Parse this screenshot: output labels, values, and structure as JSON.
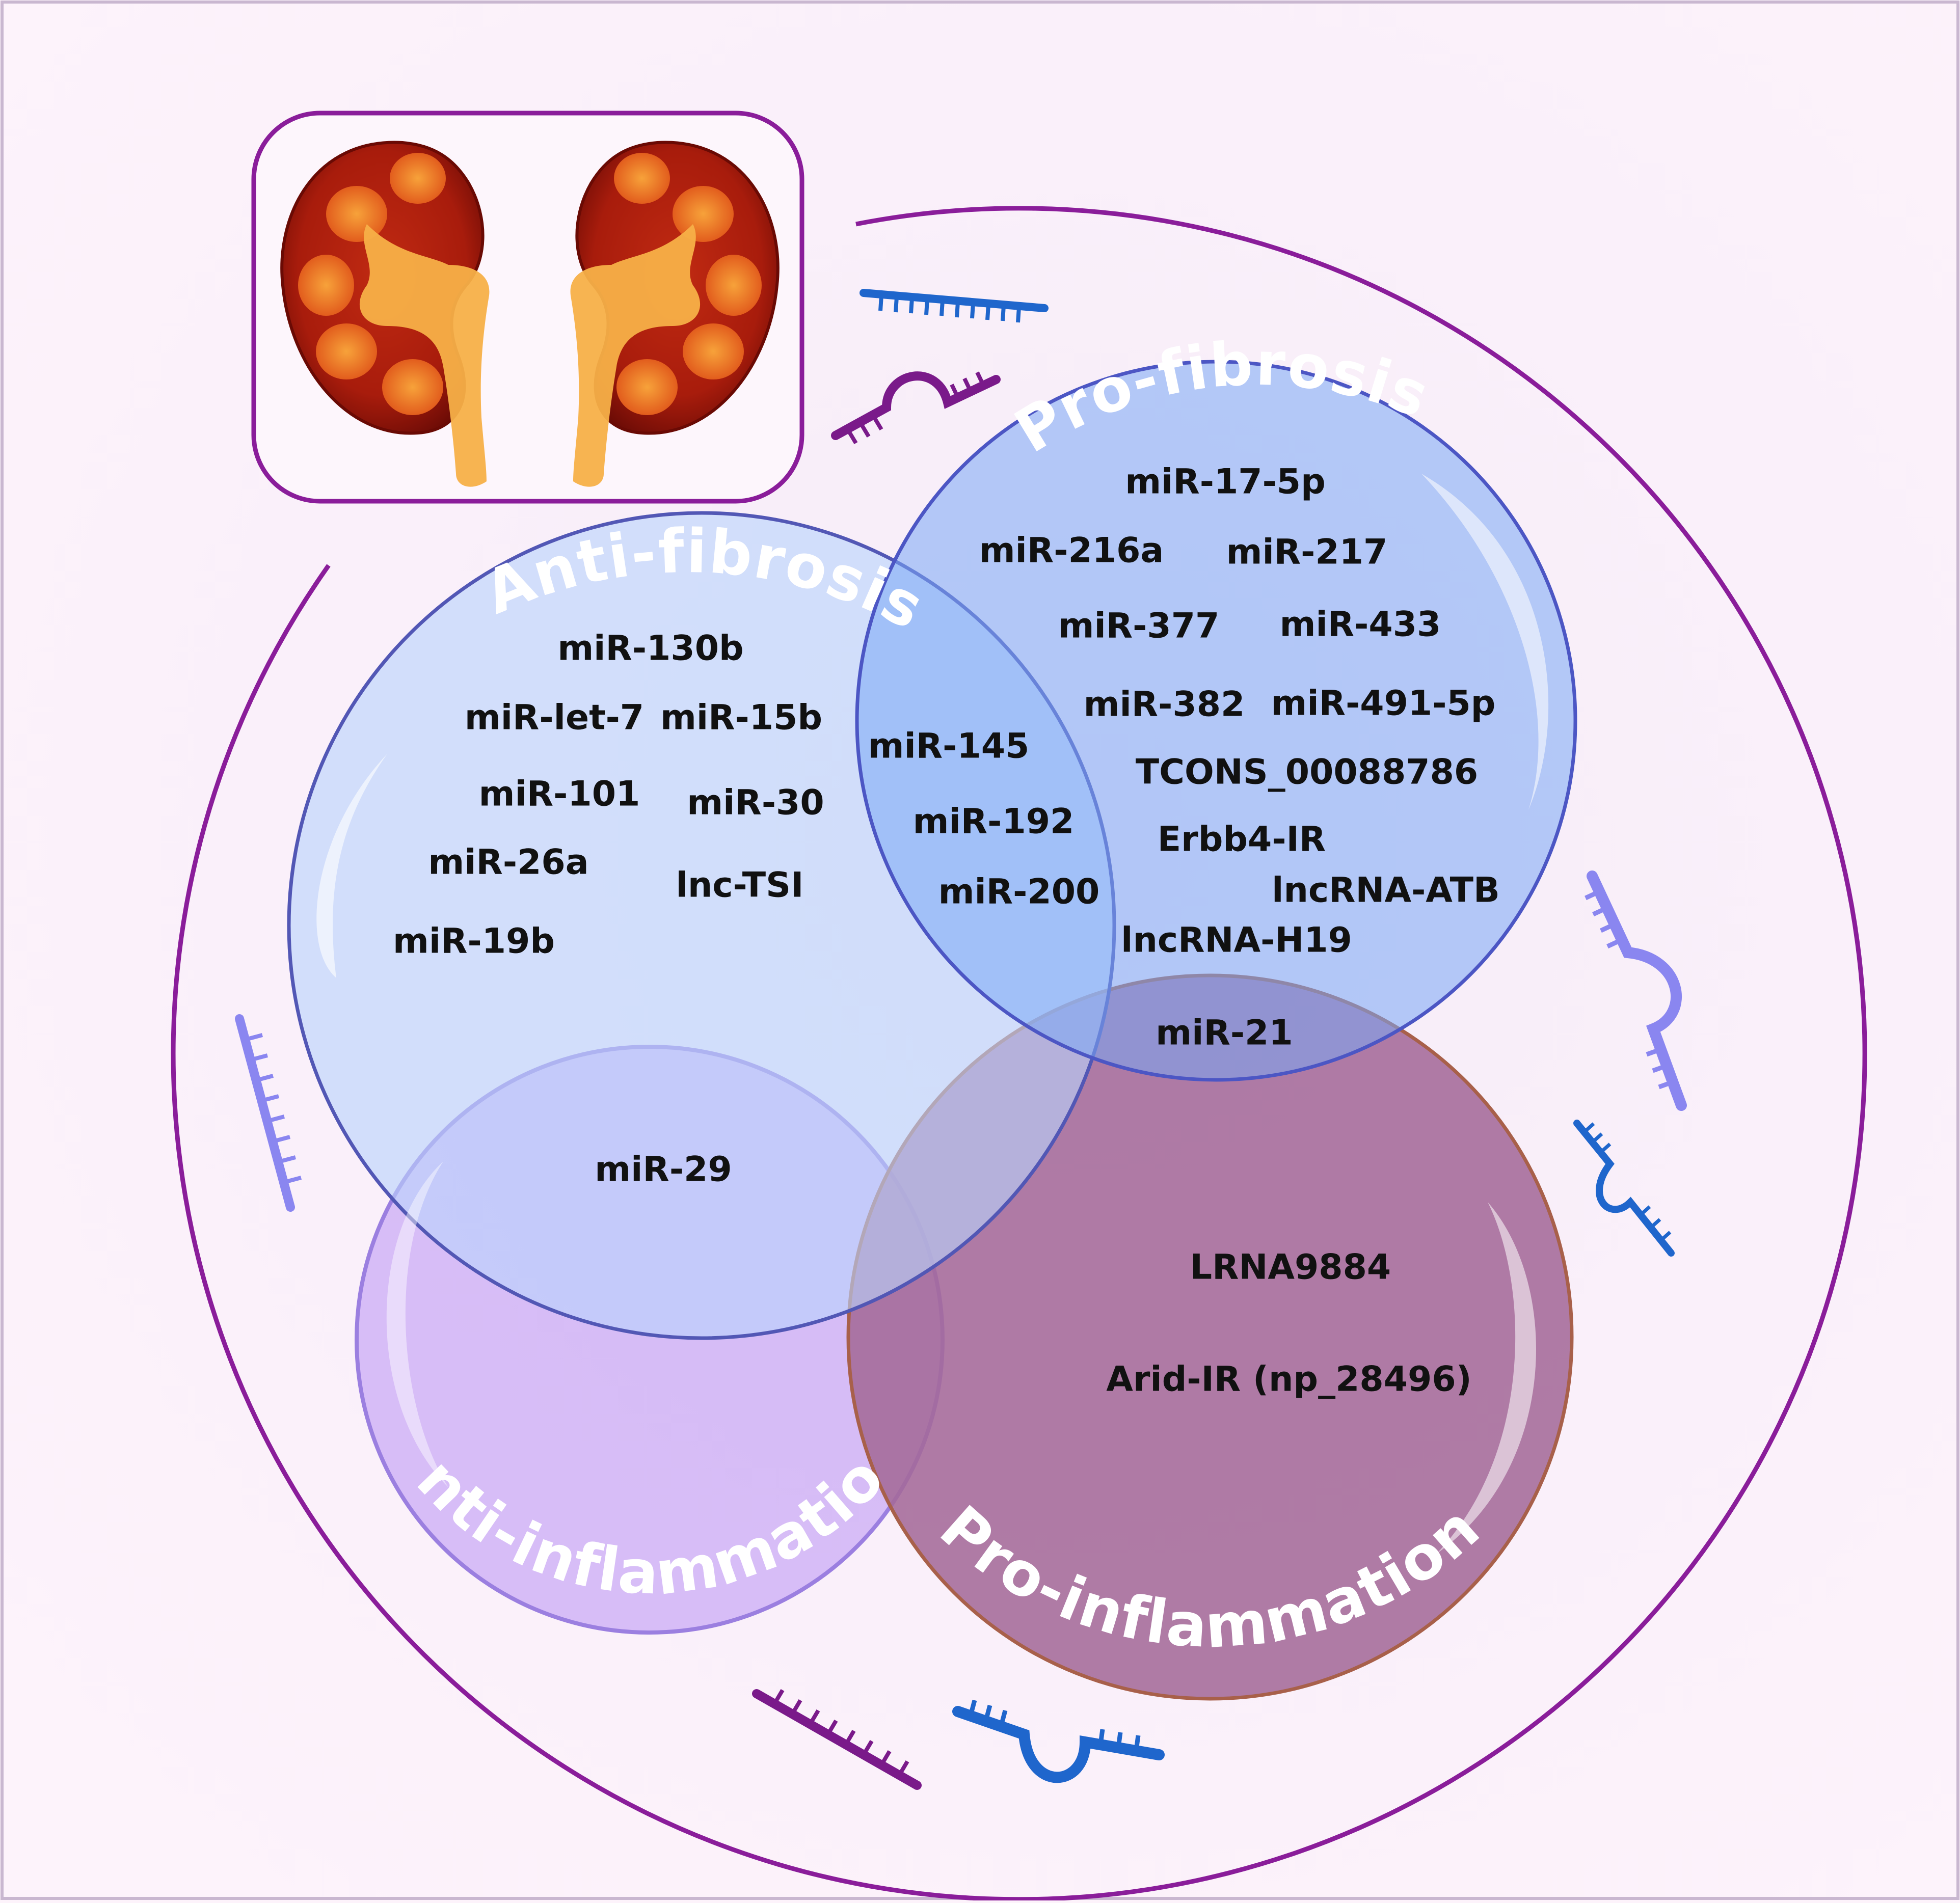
{
  "colors": {
    "background": "#fdf3fb",
    "frame": "#8a1d9a",
    "anti_fibrosis": "#b9d4fb",
    "pro_fibrosis": "#7aa8f5",
    "anti_inflammation": "#c8a6f5",
    "pro_inflammation": "#a46a98",
    "strand_purple": "#7a1a8a",
    "strand_blue": "#1f66cc",
    "strand_lavender": "#8a86f0"
  },
  "icons": [
    "kidney-pair-icon",
    "rna-strand-icon",
    "rna-hairpin-icon"
  ],
  "sets": {
    "anti_fibrosis": {
      "title": "Anti-fibrosis"
    },
    "pro_fibrosis": {
      "title": "Pro-fibrosis"
    },
    "anti_inflammation": {
      "title": "Anti-inflammation"
    },
    "pro_inflammation": {
      "title": "Pro-inflammation"
    }
  },
  "items": {
    "anti_fibrosis_only": [
      "miR-130b",
      "miR-let-7",
      "miR-15b",
      "miR-101",
      "miR-30",
      "miR-26a",
      "lnc-TSI",
      "miR-19b"
    ],
    "anti_and_pro_fibrosis": [
      "miR-145",
      "miR-192",
      "miR-200"
    ],
    "pro_fibrosis_only": [
      "miR-17-5p",
      "miR-216a",
      "miR-217",
      "miR-377",
      "miR-433",
      "miR-382",
      "miR-491-5p",
      "TCONS_00088786",
      "Erbb4-IR",
      "lncRNA-ATB",
      "lncRNA-H19"
    ],
    "pro_fibrosis_and_pro_inflammation": [
      "miR-21"
    ],
    "anti_fibrosis_and_anti_inflammation": [
      "miR-29"
    ],
    "pro_inflammation_only": [
      "LRNA9884",
      "Arid-IR (np_28496)"
    ]
  }
}
